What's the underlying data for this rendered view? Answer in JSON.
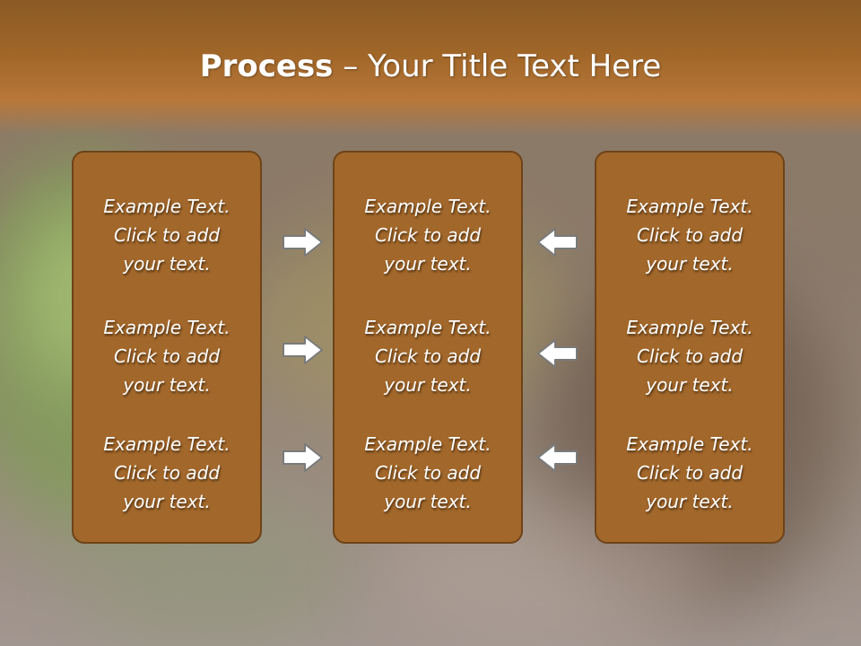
{
  "title": {
    "bold": "Process",
    "rest": " – Your Title Text Here"
  },
  "columns": [
    {
      "items": [
        [
          "Example Text.",
          "Click  to add",
          "your text."
        ],
        [
          "Example Text.",
          "Click  to add",
          "your text."
        ],
        [
          "Example Text.",
          "Click  to add",
          "your text."
        ]
      ]
    },
    {
      "items": [
        [
          "Example Text.",
          "Click  to add",
          "your text."
        ],
        [
          "Example Text.",
          "Click  to add",
          "your text."
        ],
        [
          "Example Text.",
          "Click  to add",
          "your text."
        ]
      ]
    },
    {
      "items": [
        [
          "Example Text.",
          "Click  to add",
          "your text."
        ],
        [
          "Example Text.",
          "Click  to add",
          "your text."
        ],
        [
          "Example Text.",
          "Click  to add",
          "your text."
        ]
      ]
    }
  ],
  "arrows": {
    "left_group": "right-arrow-icon",
    "right_group": "left-arrow-icon"
  },
  "colors": {
    "box_fill": "#a2672a",
    "box_border": "#6e4319",
    "header": "#a06628",
    "text": "#ffffff",
    "arrow_fill": "#ffffff",
    "arrow_stroke": "#7a7a7a"
  }
}
